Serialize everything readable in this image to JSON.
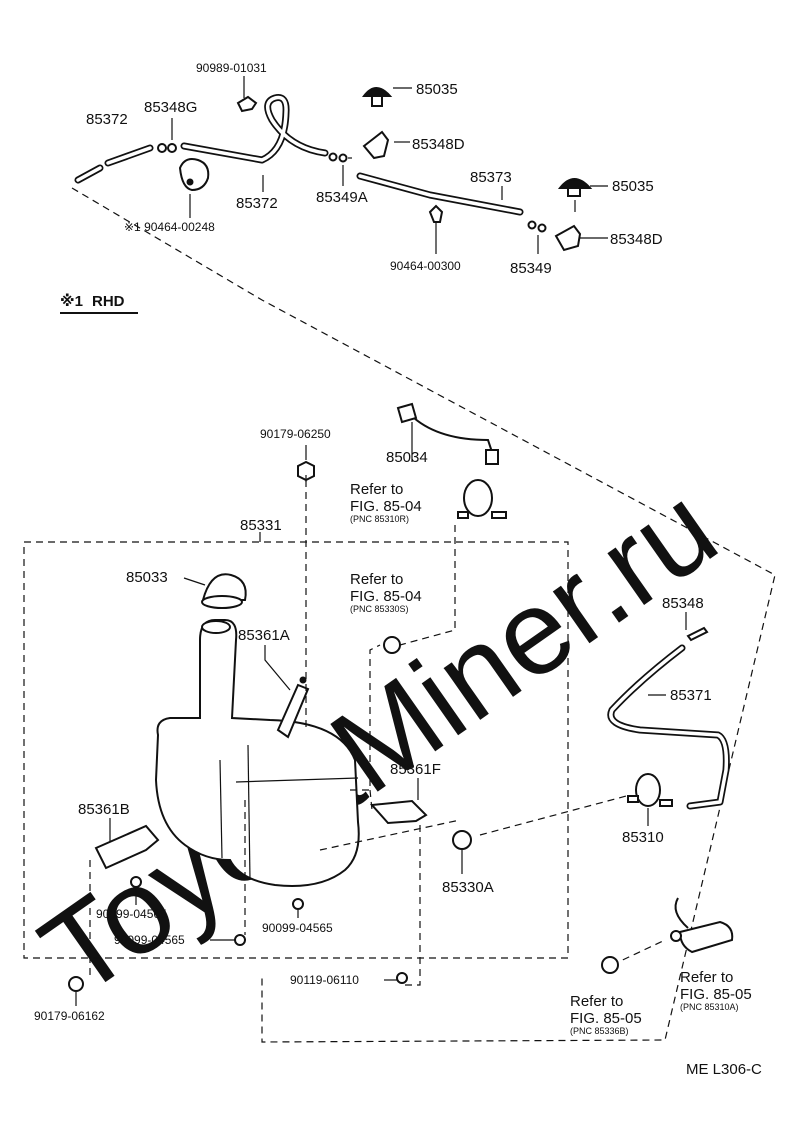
{
  "watermark": "ToyotaMiner.ru",
  "variant": {
    "mark": "※1",
    "label": "RHD"
  },
  "labels": {
    "p90989_01031": "90989-01031",
    "p85372_top": "85372",
    "p85348G": "85348G",
    "p85035_a": "85035",
    "p85348D_a": "85348D",
    "p85372_mid": "85372",
    "p85349A": "85349A",
    "p85373": "85373",
    "p85035_b": "85035",
    "p90464_00248": "※1 90464-00248",
    "p90464_00300": "90464-00300",
    "p85349": "85349",
    "p85348D_b": "85348D",
    "p90179_06250": "90179-06250",
    "p85034": "85034",
    "p85331": "85331",
    "p85033": "85033",
    "p85361A": "85361A",
    "p85348": "85348",
    "p85371": "85371",
    "p85361F": "85361F",
    "p85361B": "85361B",
    "p85310": "85310",
    "p85330A": "85330A",
    "p90099_04565_a": "90099-04565",
    "p90099_04565_b": "90099-04565",
    "p90099_04565_c": "90099-04565",
    "p90119_06110": "90119-06110",
    "p90179_06162": "90179-06162"
  },
  "refs": {
    "r1": {
      "line1": "Refer to",
      "line2": "FIG. 85-04",
      "pnc": "(PNC 85310R)"
    },
    "r2": {
      "line1": "Refer to",
      "line2": "FIG. 85-04",
      "pnc": "(PNC 85330S)"
    },
    "r3": {
      "line1": "Refer to",
      "line2": "FIG. 85-05",
      "pnc": "(PNC 85310A)"
    },
    "r4": {
      "line1": "Refer to",
      "line2": "FIG. 85-05",
      "pnc": "(PNC 85336B)"
    }
  },
  "page_code": "ME L306-C"
}
